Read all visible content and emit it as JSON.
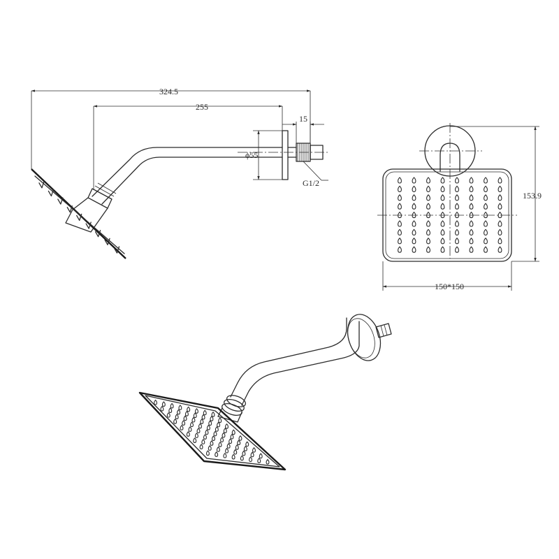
{
  "dimensions": {
    "overall_length": "324.5",
    "arm_length": "255",
    "thread_length": "15",
    "flange_diameter": "ϕ55",
    "thread_spec": "G1/2",
    "head_height": "153.9",
    "head_size": "150*150"
  },
  "nozzle_grid": {
    "rows": 9,
    "cols": 8
  }
}
